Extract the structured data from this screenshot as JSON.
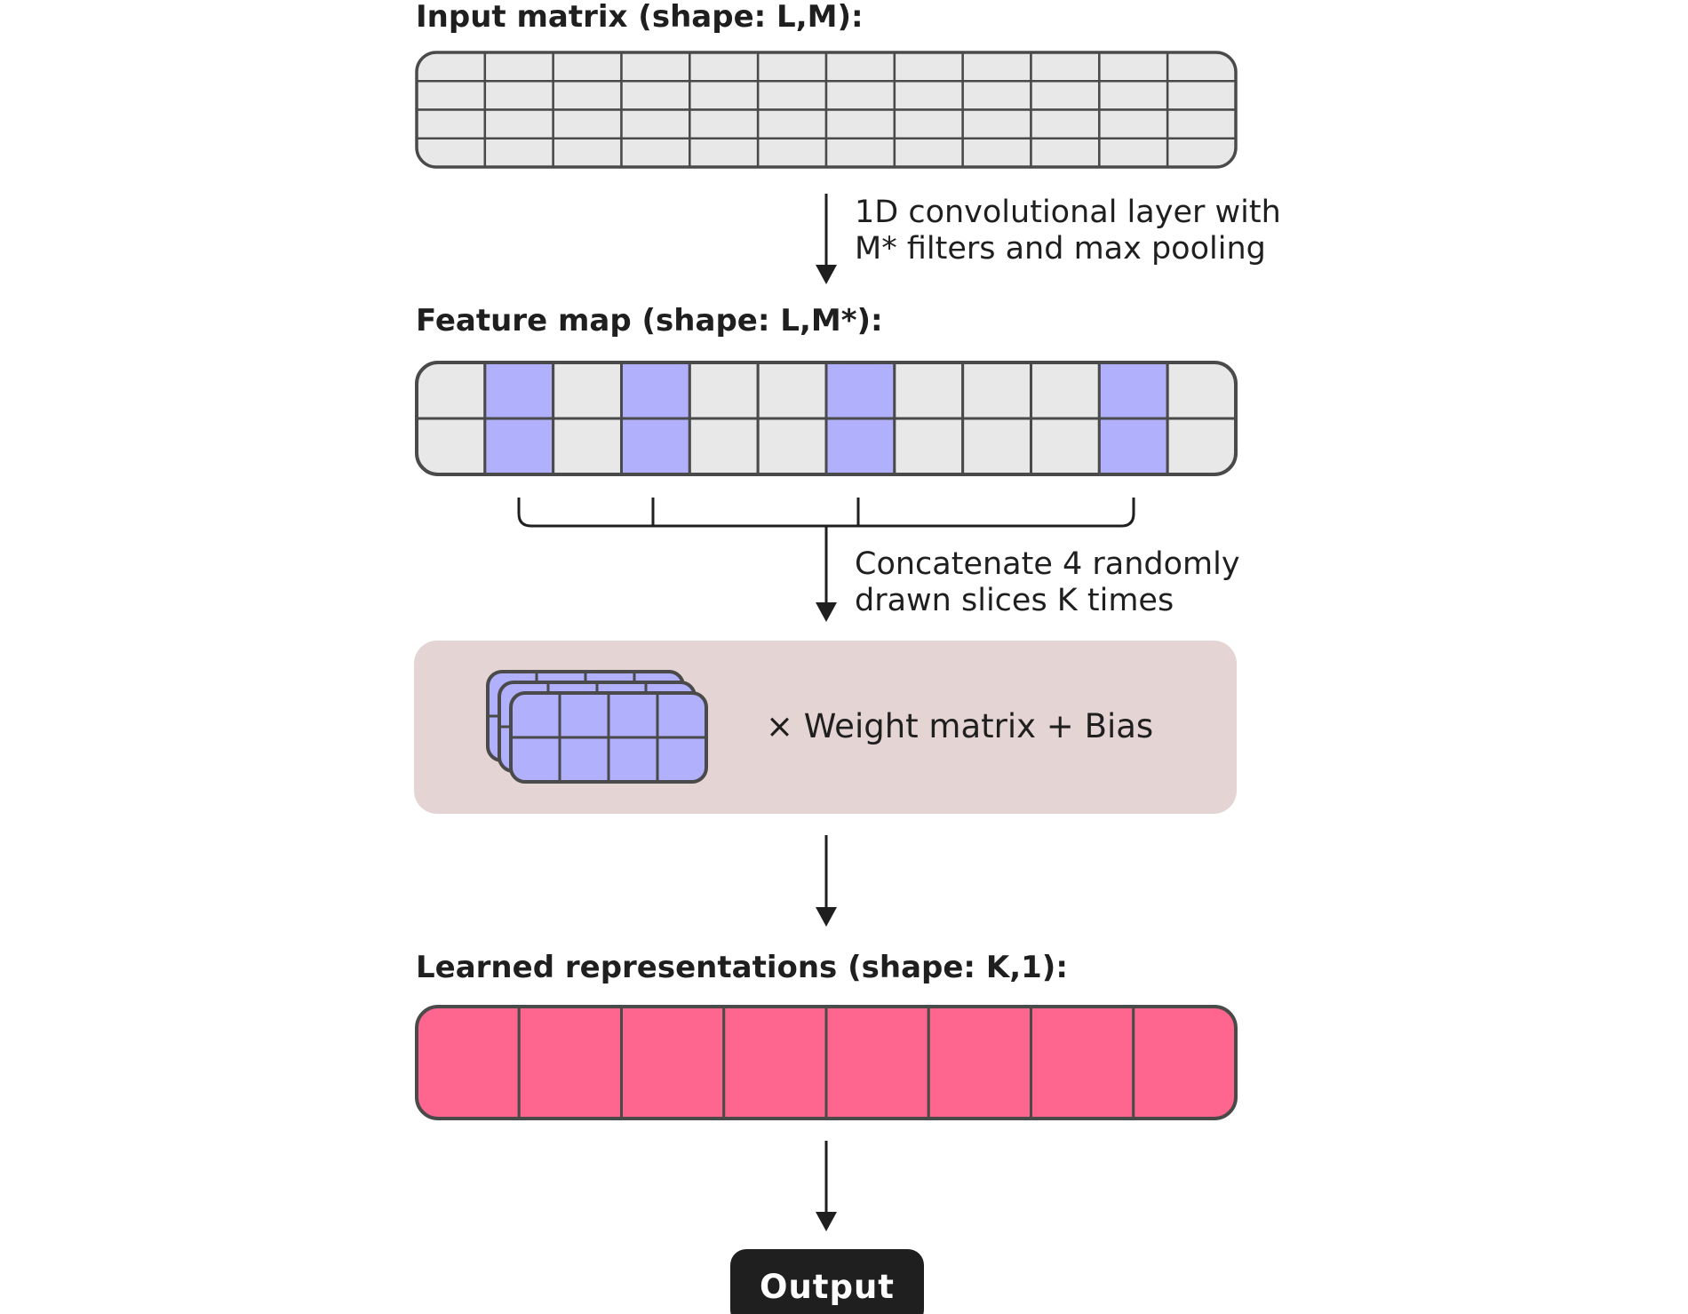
{
  "labels": {
    "input_title": "Input matrix (shape: L,M):",
    "conv_line1": "1D convolutional layer with",
    "conv_line2": "M* filters and max pooling",
    "feature_title": "Feature map (shape: L,M*):",
    "concat_line1": "Concatenate 4 randomly",
    "concat_line2": "drawn slices K times",
    "weight_text": "×  Weight matrix  +  Bias",
    "learned_title": "Learned representations (shape: K,1):",
    "output": "Output"
  },
  "input_matrix": {
    "rows": 4,
    "cols": 12
  },
  "feature_map": {
    "rows": 2,
    "cols": 12,
    "highlighted_cols": [
      1,
      3,
      6,
      10
    ]
  },
  "stacked_slices": {
    "layers": 3,
    "rows": 2,
    "cols": 4
  },
  "learned": {
    "cols": 8
  },
  "colors": {
    "grid_fill": "#e8e8e8",
    "grid_stroke": "#4a4a4a",
    "highlight": "#b0b0fc",
    "panel": "#e5d4d4",
    "learned": "#ff668f",
    "output_bg": "#1f1f1f",
    "arrow": "#1f1f1f"
  }
}
